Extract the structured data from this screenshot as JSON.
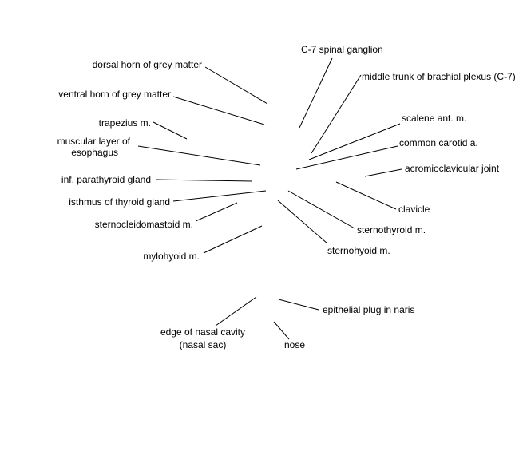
{
  "diagram": {
    "line_color": "#000000",
    "labels": {
      "c7_spinal_ganglion": "C-7 spinal ganglion",
      "dorsal_horn": "dorsal horn of grey matter",
      "middle_trunk": "middle trunk of brachial plexus (C-7)",
      "ventral_horn": "ventral horn of grey matter",
      "scalene_ant": "scalene ant. m.",
      "trapezius": "trapezius m.",
      "common_carotid": "common carotid a.",
      "muscular_layer_line1": "muscular layer of",
      "muscular_layer_line2": "esophagus",
      "acromioclavicular": "acromioclavicular joint",
      "inf_parathyroid": "inf. parathyroid gland",
      "isthmus": "isthmus of thyroid gland",
      "clavicle": "clavicle",
      "sternocleidomastoid": "sternocleidomastoid m.",
      "sternothyroid": "sternothyroid m.",
      "sternohyoid": "sternohyoid m.",
      "mylohyoid": "mylohyoid m.",
      "epithelial_plug": "epithelial plug in naris",
      "edge_nasal_line1": "edge of nasal cavity",
      "edge_nasal_line2": "(nasal sac)",
      "nose": "nose"
    }
  }
}
